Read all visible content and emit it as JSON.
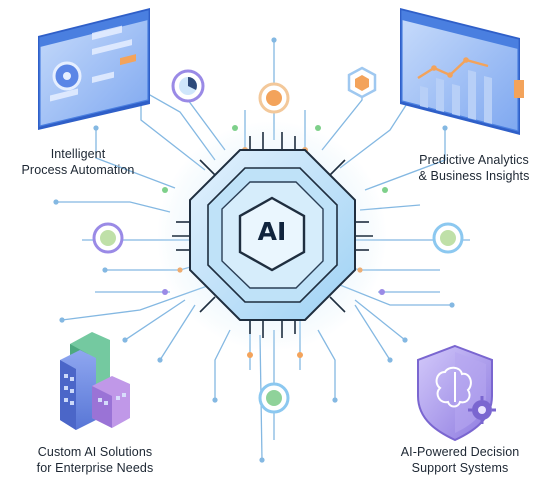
{
  "center": {
    "label": "AI"
  },
  "features": {
    "top_left": [
      "Intelligent",
      "Process Automation"
    ],
    "top_right": [
      "Predictive Analytics",
      "& Business Insights"
    ],
    "bottom_left": [
      "Custom AI Solutions",
      "for Enterprise Needs"
    ],
    "bottom_right": [
      "AI-Powered Decision",
      "Support Systems"
    ]
  },
  "icons": {
    "top_left": "automation-dashboard-icon",
    "top_right": "analytics-chart-icon",
    "bottom_left": "enterprise-buildings-icon",
    "bottom_right": "brain-shield-icon",
    "nodes": [
      "pie-chart-icon",
      "cube-icon",
      "hexagon-icon",
      "left-node-icon",
      "right-node-icon",
      "bottom-node-icon"
    ]
  },
  "colors": {
    "chip_light": "#cfe6fb",
    "chip_mid": "#8cc8f0",
    "trace": "#7fb3dd",
    "trace_dark": "#1f2e3f",
    "accent_orange": "#f3a35b",
    "accent_purple": "#9a8ae6",
    "accent_green": "#7ed08a"
  }
}
